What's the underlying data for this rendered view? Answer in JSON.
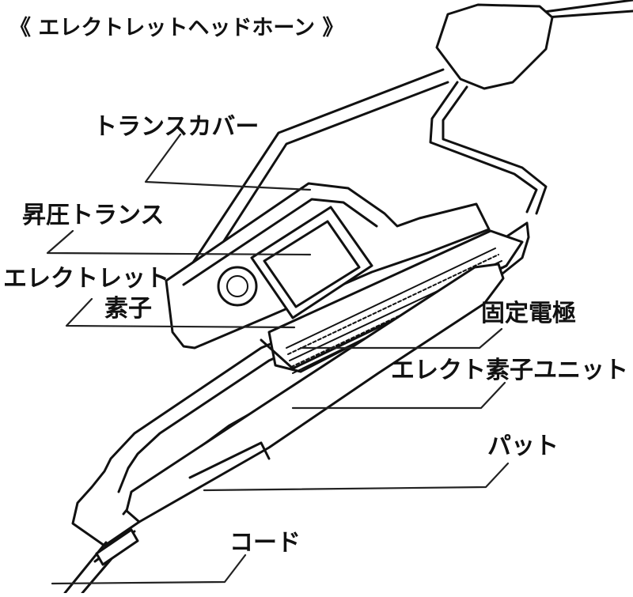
{
  "title": "《 エレクトレットヘッドホーン 》",
  "labels": {
    "trans_cover": "トランスカバー",
    "step_up_transformer": "昇圧トランス",
    "electret_element_line1": "エレクトレット",
    "electret_element_line2": "素子",
    "fixed_electrode": "固定電極",
    "electret_unit": "エレクト素子ユニット",
    "pad": "パット",
    "cord": "コード"
  }
}
